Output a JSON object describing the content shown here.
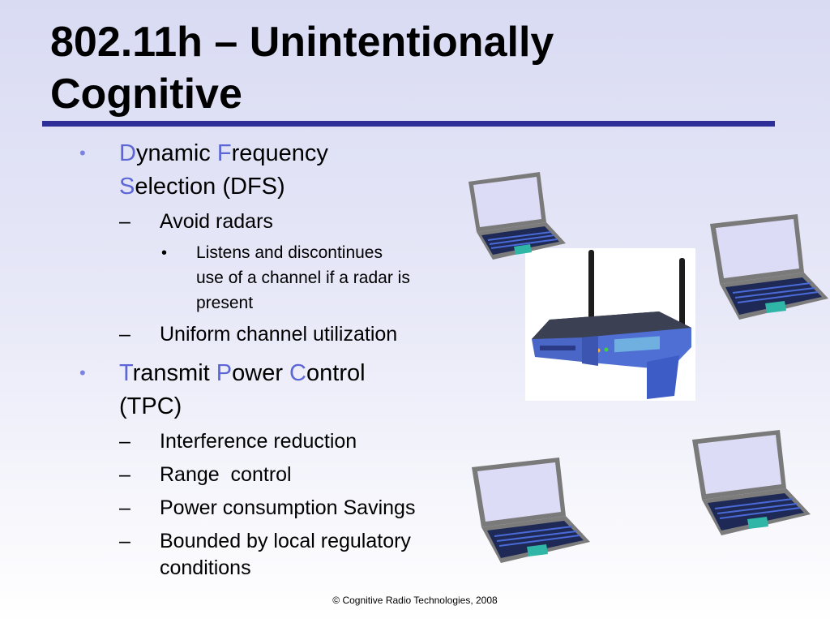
{
  "slide": {
    "title_line1": "802.11h – Unintentionally",
    "title_line2": "Cognitive",
    "accent_color": "#5c66d6",
    "rule_color": "#2e2e98"
  },
  "dfs": {
    "bullet": "•",
    "l1_a_letter": "D",
    "l1_a_rest": "ynamic ",
    "l1_b_letter": "F",
    "l1_b_rest": "requency",
    "l2_letter": "S",
    "l2_rest": "election (DFS)",
    "sub1": "Avoid radars",
    "sub1_detail_lines": [
      "Listens and discontinues",
      "use of a channel if a radar is",
      "present"
    ],
    "sub2": "Uniform channel utilization"
  },
  "tpc": {
    "bullet": "•",
    "a_letter": "T",
    "a_rest": "ransmit ",
    "b_letter": "P",
    "b_rest": "ower ",
    "c_letter": "C",
    "c_rest": "ontrol",
    "line2": "(TPC)",
    "subs": [
      "Interference reduction",
      "Range  control",
      "Power consumption Savings",
      "Bounded by local regulatory",
      "conditions"
    ]
  },
  "dash": "–",
  "footer": "© Cognitive Radio Technologies, 2008",
  "images": {
    "router": "wireless-router-icon",
    "laptops": [
      "laptop-icon",
      "laptop-icon",
      "laptop-icon",
      "laptop-icon"
    ]
  }
}
